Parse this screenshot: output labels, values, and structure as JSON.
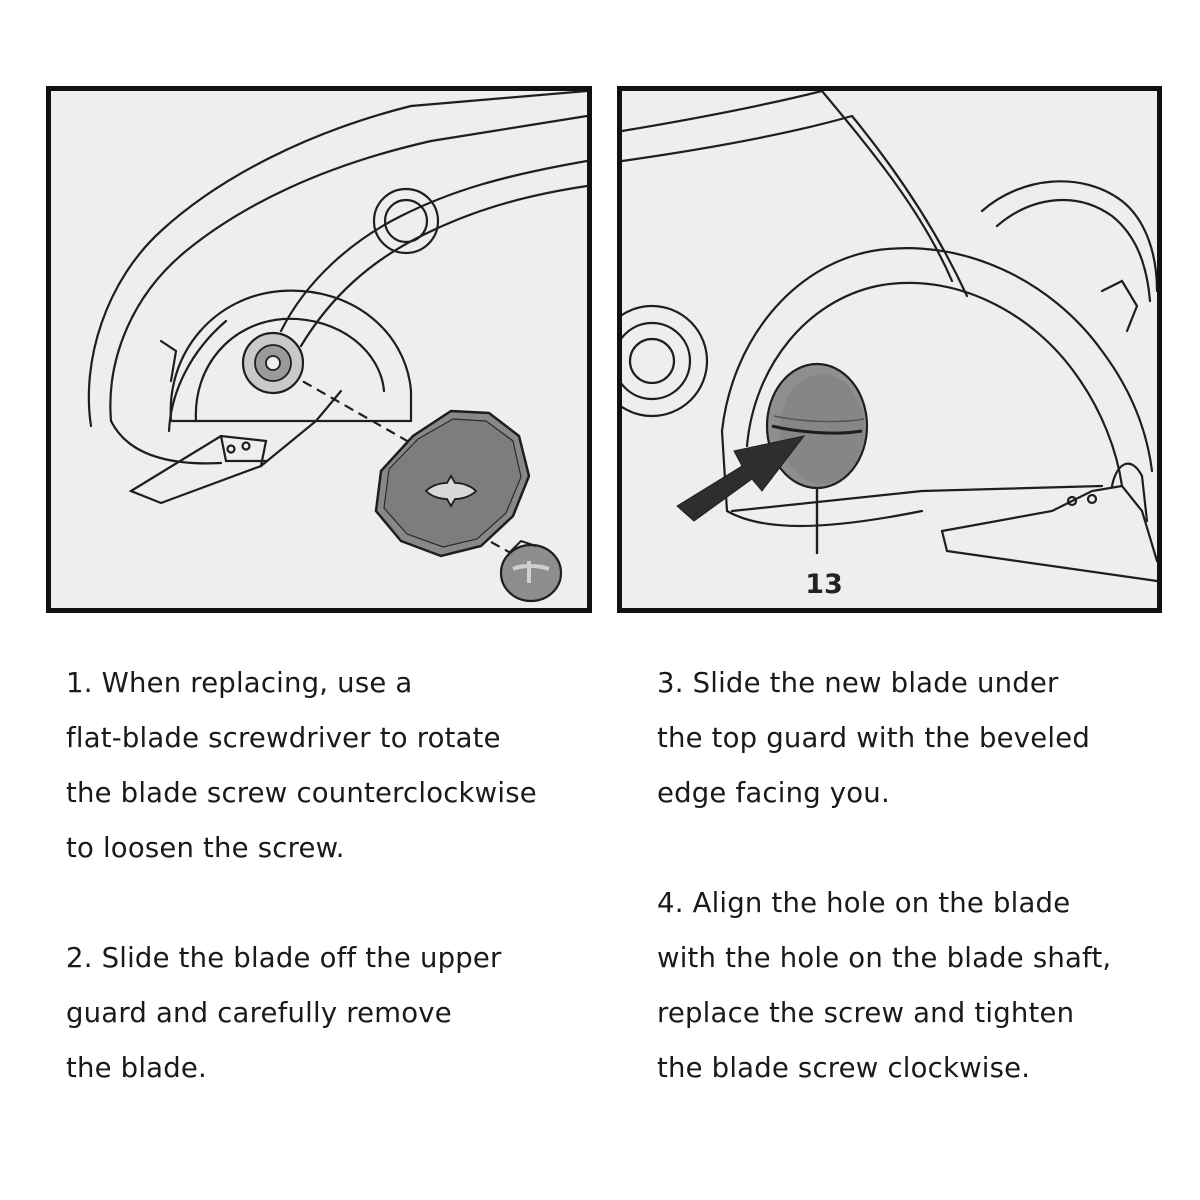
{
  "figures": {
    "left": {
      "description_icon": "blade-removal-illustration"
    },
    "right": {
      "callout_number": "13",
      "description_icon": "blade-screw-illustration"
    }
  },
  "steps": [
    {
      "text": "1. When replacing, use a\nflat-blade screwdriver to rotate\nthe blade screw counterclockwise\nto loosen the screw."
    },
    {
      "text": "2. Slide the blade off the upper\nguard and carefully remove\nthe blade."
    },
    {
      "text": "3. Slide the new blade under\nthe top guard with the beveled\nedge facing you."
    },
    {
      "text": "4. Align the hole on the blade\nwith the hole on the blade shaft,\nreplace the screw and tighten\nthe blade screw clockwise."
    }
  ]
}
